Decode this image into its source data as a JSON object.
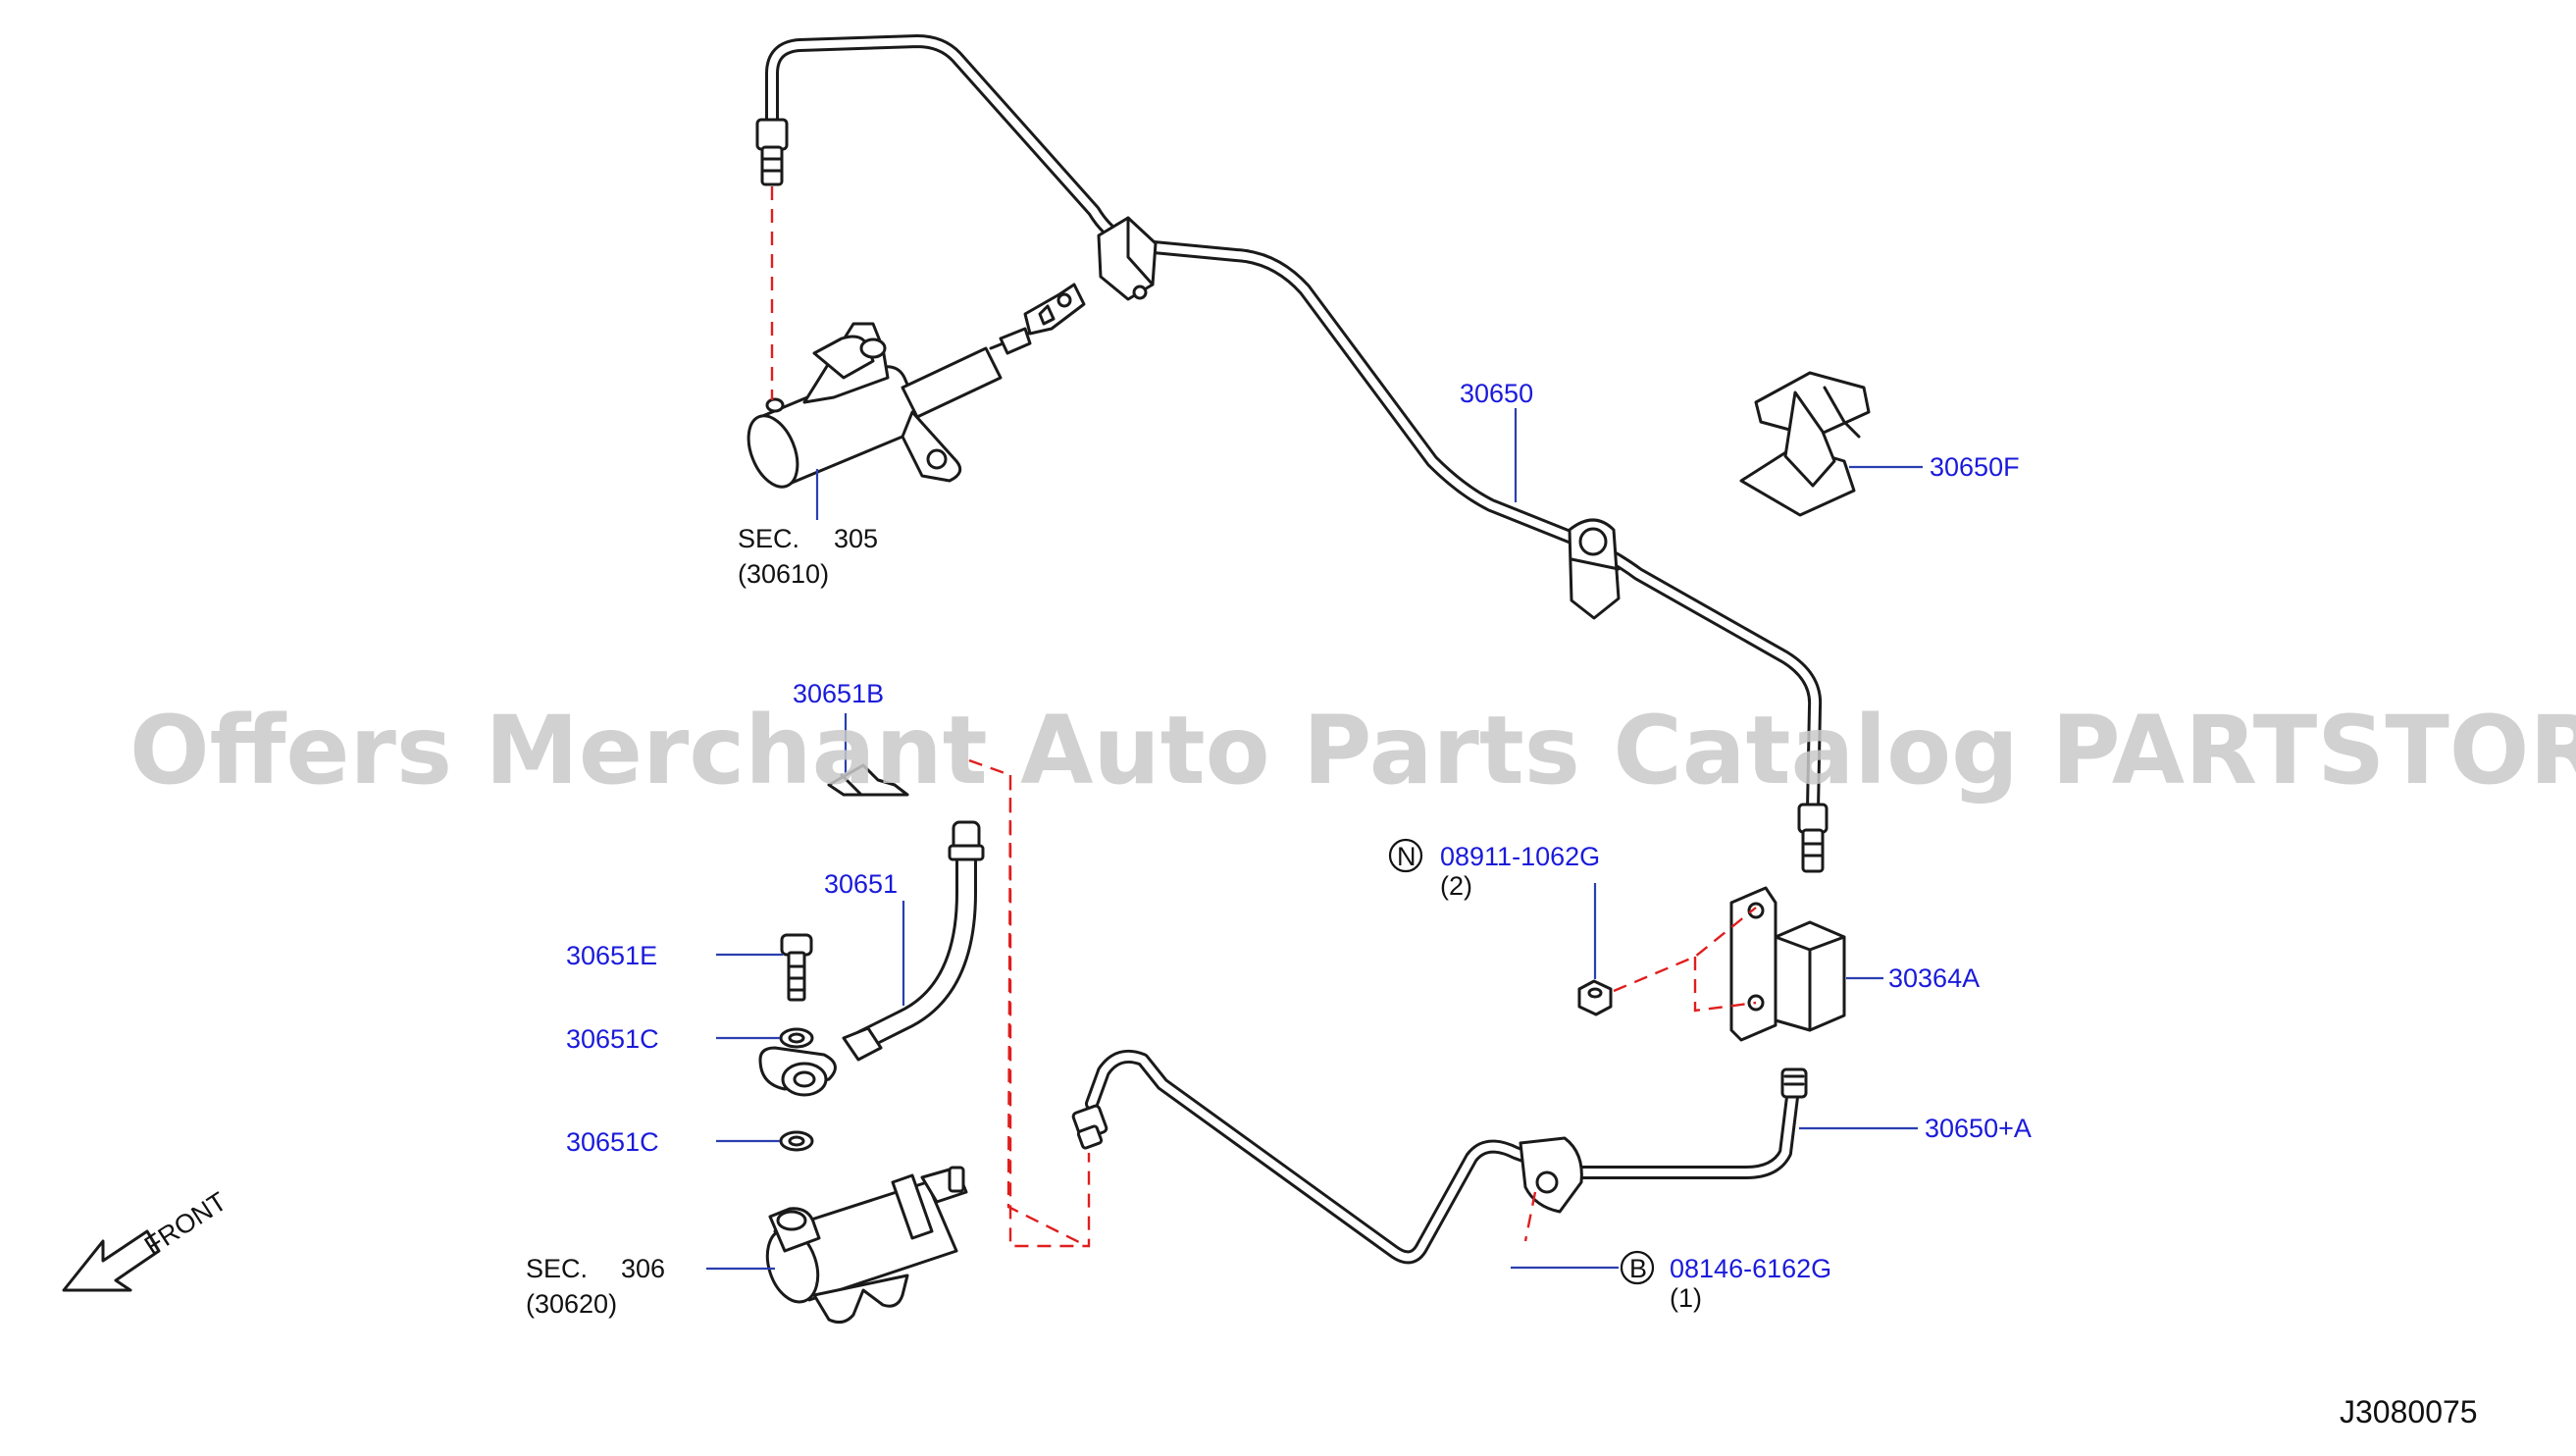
{
  "watermark": "Offers Merchant Auto Parts Catalog PARTSTORE.SA",
  "diagram_code": "J3080075",
  "front_label": "FRONT",
  "parts": [
    {
      "id": "p30650",
      "number": "30650"
    },
    {
      "id": "p30650F",
      "number": "30650F"
    },
    {
      "id": "p30651B",
      "number": "30651B"
    },
    {
      "id": "p30651",
      "number": "30651"
    },
    {
      "id": "p30651E",
      "number": "30651E"
    },
    {
      "id": "p30651C_a",
      "number": "30651C"
    },
    {
      "id": "p30651C_b",
      "number": "30651C"
    },
    {
      "id": "p30364A",
      "number": "30364A"
    },
    {
      "id": "p30650A",
      "number": "30650+A"
    }
  ],
  "section_refs": {
    "master": {
      "sec": "SEC.",
      "num": "305",
      "part": "(30610)"
    },
    "operating": {
      "sec": "SEC.",
      "num": "306",
      "part": "(30620)"
    }
  },
  "fasteners": {
    "nut": {
      "letter": "N",
      "number": "08911-1062G",
      "qty": "(2)"
    },
    "bolt": {
      "letter": "B",
      "number": "08146-6162G",
      "qty": "(1)"
    }
  }
}
